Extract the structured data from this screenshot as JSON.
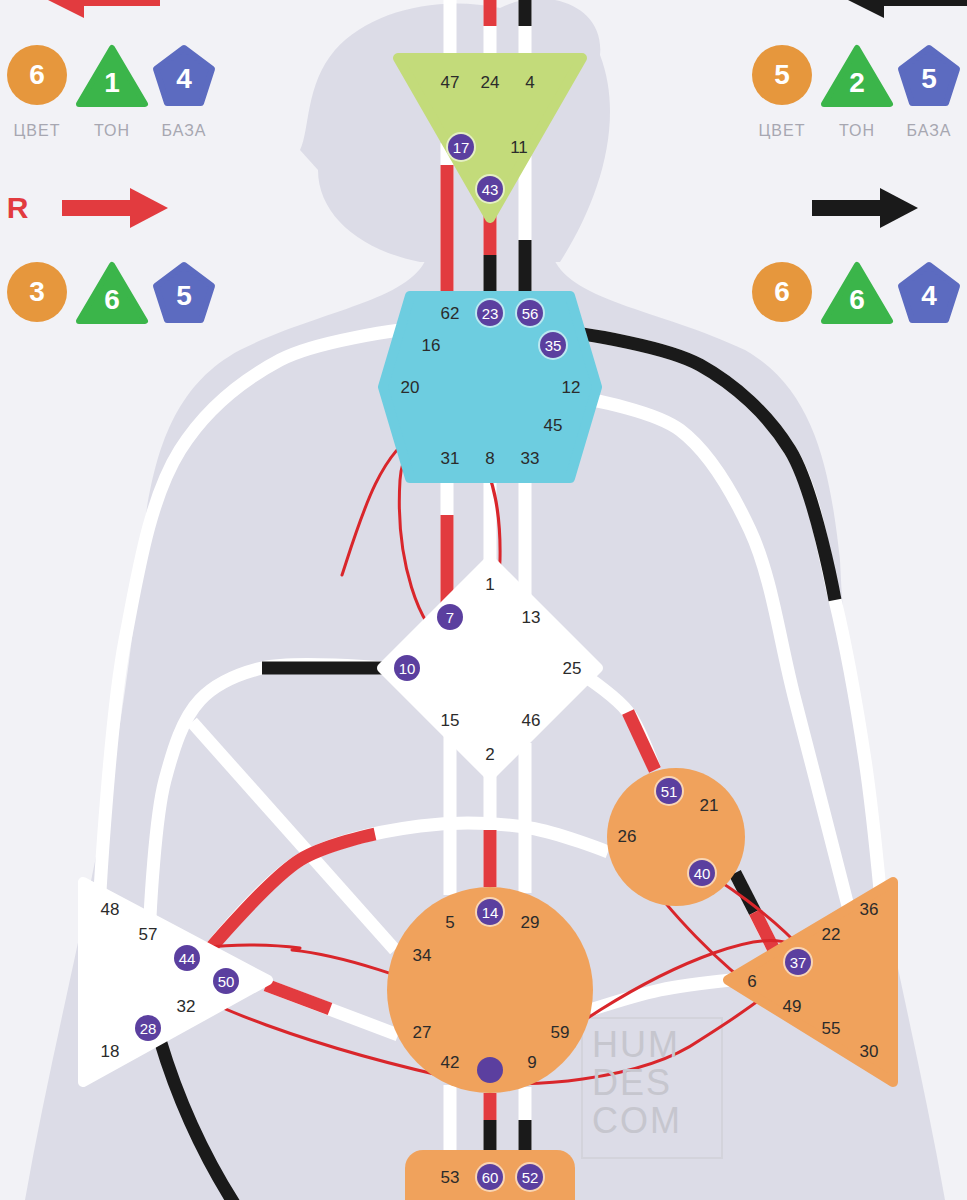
{
  "diagram": {
    "nodes": [
      {
        "text": [
          "6"
        ]
      },
      {
        "text": [
          "1"
        ]
      },
      {
        "text": [
          "4"
        ]
      },
      {
        "text": [
          "5"
        ]
      },
      {
        "text": [
          "2"
        ]
      },
      {
        "text": [
          "5"
        ]
      },
      {
        "text": [
          "47",
          "24",
          "4",
          "11"
        ]
      },
      {
        "text": [
          "17"
        ],
        "in": 6
      },
      {
        "text": [
          "43"
        ],
        "in": 6
      },
      {
        "text": [
          "3"
        ]
      },
      {
        "text": [
          "6"
        ]
      },
      {
        "text": [
          "5"
        ]
      },
      {
        "text": [
          "6"
        ]
      },
      {
        "text": [
          "6"
        ]
      },
      {
        "text": [
          "4"
        ]
      },
      {
        "text": [
          "62",
          "16",
          "20",
          "12",
          "45",
          "31",
          "8",
          "33"
        ]
      },
      {
        "text": [
          "23"
        ],
        "in": 15
      },
      {
        "text": [
          "56"
        ],
        "in": 15
      },
      {
        "text": [
          "35"
        ],
        "in": 15
      },
      {
        "text": [
          "1",
          "13",
          "25",
          "15",
          "46",
          "2"
        ]
      },
      {
        "text": [
          "7"
        ],
        "in": 19
      },
      {
        "text": [
          "10"
        ],
        "in": 19
      },
      {
        "text": [
          "21",
          "26"
        ]
      },
      {
        "text": [
          "51"
        ],
        "in": 22
      },
      {
        "text": [
          "40"
        ],
        "in": 22
      },
      {
        "text": [
          "48",
          "57",
          "32",
          "18"
        ]
      },
      {
        "text": [
          "44"
        ],
        "in": 25
      },
      {
        "text": [
          "50"
        ],
        "in": 25
      },
      {
        "text": [
          "28"
        ],
        "in": 25
      },
      {
        "text": [
          "5",
          "29",
          "34",
          "27",
          "42",
          "59",
          "9"
        ]
      },
      {
        "text": [
          "14"
        ],
        "in": 29
      },
      {
        "text": [
          "36",
          "22",
          "6",
          "49",
          "55",
          "30"
        ]
      },
      {
        "text": [
          "37"
        ],
        "in": 31
      },
      {
        "text": [
          "53"
        ]
      },
      {
        "text": [
          "60"
        ],
        "in": 33
      },
      {
        "text": [
          "52"
        ],
        "in": 33
      }
    ],
    "edges": [
      {
        "from": 6,
        "to": 15,
        "arrow": "none"
      },
      {
        "from": 6,
        "to": 15,
        "arrow": "none"
      },
      {
        "from": 6,
        "to": 15,
        "arrow": "none"
      },
      {
        "from": 15,
        "to": 19,
        "arrow": "none"
      },
      {
        "from": 15,
        "to": 19,
        "arrow": "none"
      },
      {
        "from": 15,
        "to": 19,
        "arrow": "none"
      },
      {
        "from": 15,
        "to": 31,
        "arrow": "none"
      },
      {
        "from": 19,
        "to": 22,
        "arrow": "none"
      },
      {
        "from": 22,
        "to": 31,
        "arrow": "none"
      },
      {
        "from": 25,
        "to": 29,
        "arrow": "none"
      },
      {
        "from": 25,
        "to": 22,
        "arrow": "none"
      },
      {
        "from": 29,
        "to": 19,
        "arrow": "none"
      },
      {
        "from": 29,
        "to": 19,
        "arrow": "none"
      },
      {
        "from": 29,
        "to": 19,
        "arrow": "none"
      },
      {
        "from": 29,
        "to": 33,
        "arrow": "none"
      },
      {
        "from": 29,
        "to": 33,
        "arrow": "none"
      },
      {
        "from": 29,
        "to": 33,
        "arrow": "none"
      },
      {
        "from": 29,
        "to": 31,
        "arrow": "none"
      },
      {
        "from": 19,
        "to": 25,
        "arrow": "none"
      },
      {
        "from": 15,
        "to": 25,
        "arrow": "none"
      },
      {
        "from": 15,
        "to": 31,
        "arrow": "none"
      }
    ],
    "labels": [
      "ЦВЕТ",
      "ТОН",
      "БАЗА",
      "ЦВЕТ",
      "ТОН",
      "БАЗА",
      "R",
      "HUM DES COM"
    ]
  }
}
